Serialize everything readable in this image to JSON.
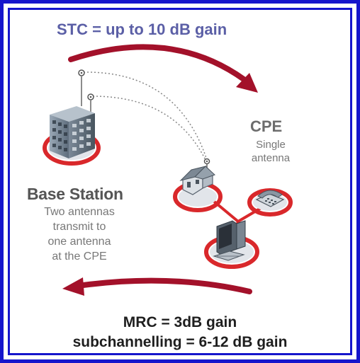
{
  "diagram": {
    "stc_label": "STC = up to 10 dB gain",
    "cpe": {
      "title": "CPE",
      "description": "Single\nantenna"
    },
    "base_station": {
      "title": "Base Station",
      "description": "Two antennas\ntransmit to\none antenna\nat the CPE"
    },
    "mrc_label": "MRC = 3dB gain",
    "subchannelling_label": "subchannelling = 6-12 dB gain",
    "colors": {
      "border": "#1616cc",
      "arrow": "#a3112a",
      "ring": "#d9282b",
      "stc_text": "#5b5fa6",
      "caption_text": "#1e1e1e"
    },
    "icons": [
      "base-station-building-icon",
      "antenna-icon",
      "house-icon",
      "telephone-icon",
      "computer-icon",
      "arrow-icon"
    ]
  }
}
